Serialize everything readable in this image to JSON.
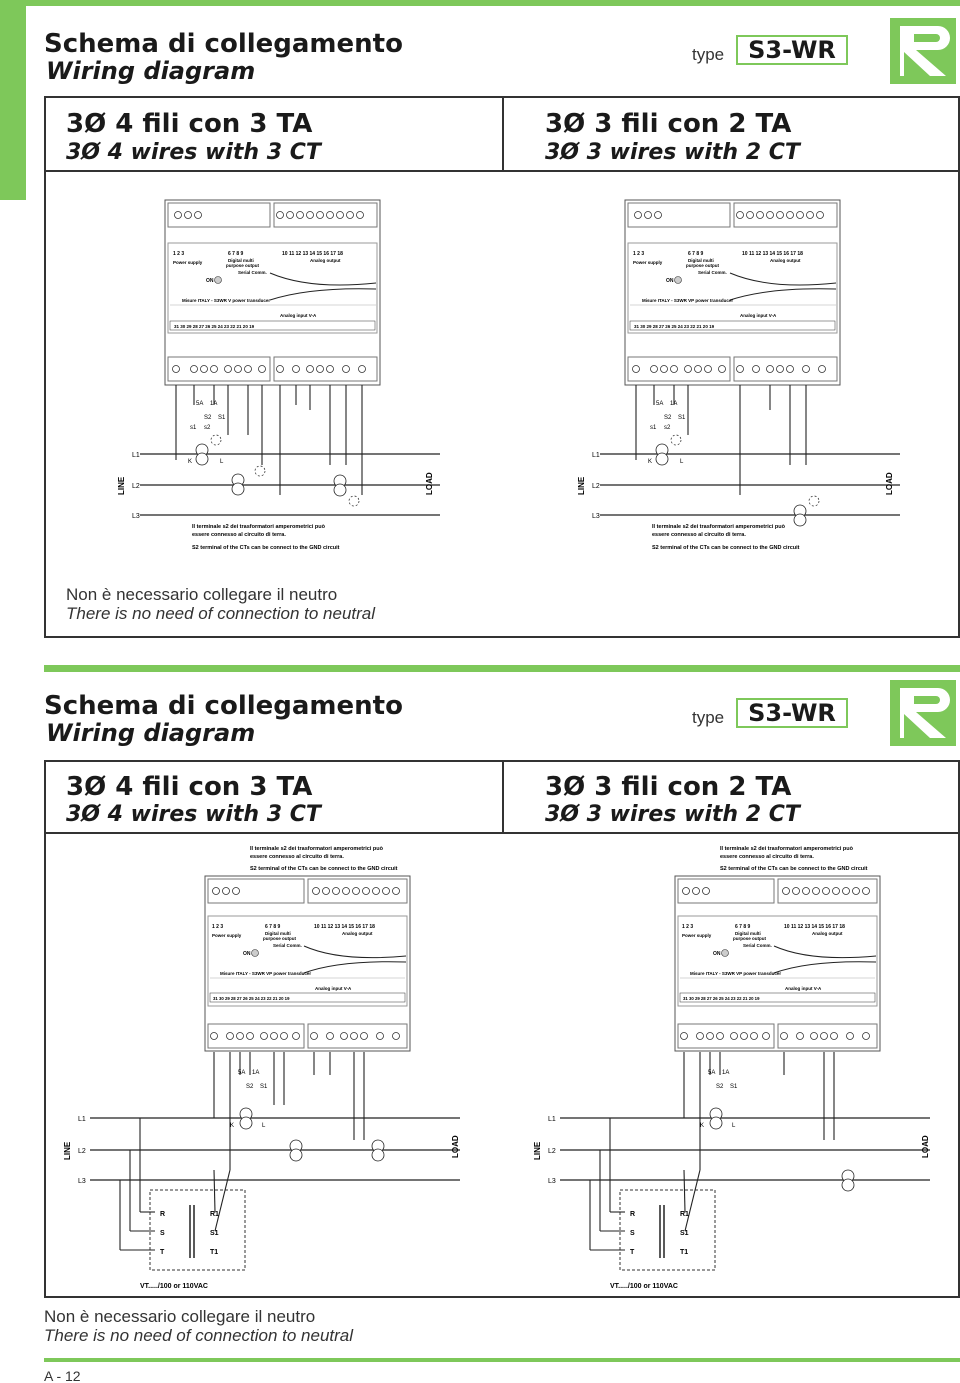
{
  "brand": {
    "accent": "#7ec85a",
    "logo_icon": "rm-logo-icon"
  },
  "sections": [
    {
      "title_it": "Schema di collegamento",
      "title_en": "Wiring diagram",
      "type_label": "type",
      "model": "S3-WR",
      "left": {
        "line1": "3Ø  4  fili con 3 TA",
        "line2": "3Ø  4  wires with 3 CT"
      },
      "right": {
        "line1": "3Ø 3 fili con 2 TA",
        "line2": "3Ø  3 wires with 2 CT"
      },
      "note_it": "Non è necessario collegare il neutro",
      "note_en": "There is no need of connection to neutral"
    },
    {
      "title_it": "Schema di collegamento",
      "title_en": "Wiring diagram",
      "type_label": "type",
      "model": "S3-WR",
      "left": {
        "line1": "3Ø  4  fili con 3 TA",
        "line2": "3Ø  4  wires with 3 CT"
      },
      "right": {
        "line1": "3Ø 3 fili con 2 TA",
        "line2": "3Ø  3 wires with 2 CT"
      },
      "note_it": "Non è necessario collegare il neutro",
      "note_en": "There is no need of connection to neutral"
    }
  ],
  "device": {
    "top_numbers_a": "1    2    3",
    "top_numbers_b": "6    7    8    9",
    "top_numbers_c": "10  11  12  13  14  15  16  17  18",
    "power_supply": "Power supply",
    "digital_1": "Digital multi",
    "digital_2": "purpose output",
    "analog_output": "Analog output",
    "serial": "Serial Comm.",
    "on": "ON",
    "brand_v": "Misure   ITALY - S3WR  V   power transducer",
    "brand_vp": "Misure   ITALY - S3WR  VP   power transducer",
    "analog_input": "Analog input V-A",
    "bottom_numbers": "31       30   29   28       27   26   25         24          23         22   21   20          19"
  },
  "wiring": {
    "line": "LINE",
    "load": "LOAD",
    "l1": "L1",
    "l2": "L2",
    "l3": "L3",
    "ct_5a": "5A",
    "ct_1a": "1A",
    "s1": "s1",
    "s2": "s2",
    "S1": "S1",
    "S2": "S2",
    "k": "K",
    "l": "L",
    "gnd_it_1": "Il terminale s2 dei trasformatori amperometrici può",
    "gnd_it_2": "essere connesso al circuito di terra.",
    "gnd_en": "S2 terminal of the CTs can be connect to the GND circuit",
    "vt_r": "R",
    "vt_s": "S",
    "vt_t": "T",
    "vt_r1": "R1",
    "vt_s1": "S1",
    "vt_t1": "T1",
    "vt_label": "VT...../100 or 110VAC"
  },
  "page_number": "A - 12"
}
